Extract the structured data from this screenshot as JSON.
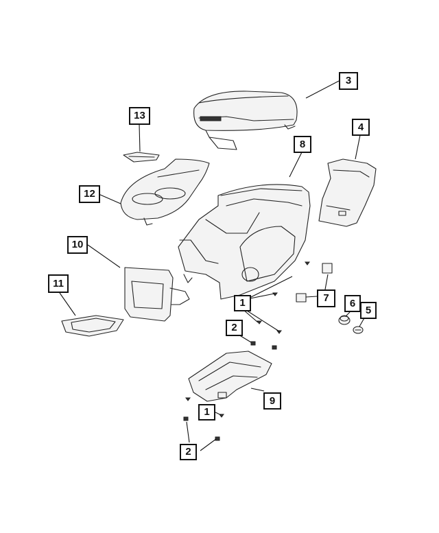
{
  "callouts": [
    {
      "id": "c3",
      "label": "3"
    },
    {
      "id": "c4",
      "label": "4"
    },
    {
      "id": "c13",
      "label": "13"
    },
    {
      "id": "c8",
      "label": "8"
    },
    {
      "id": "c12",
      "label": "12"
    },
    {
      "id": "c10",
      "label": "10"
    },
    {
      "id": "c11",
      "label": "11"
    },
    {
      "id": "c1a",
      "label": "1"
    },
    {
      "id": "c7",
      "label": "7"
    },
    {
      "id": "c6",
      "label": "6"
    },
    {
      "id": "c5",
      "label": "5"
    },
    {
      "id": "c2a",
      "label": "2"
    },
    {
      "id": "c9",
      "label": "9"
    },
    {
      "id": "c1b",
      "label": "1"
    },
    {
      "id": "c2b",
      "label": "2"
    }
  ]
}
